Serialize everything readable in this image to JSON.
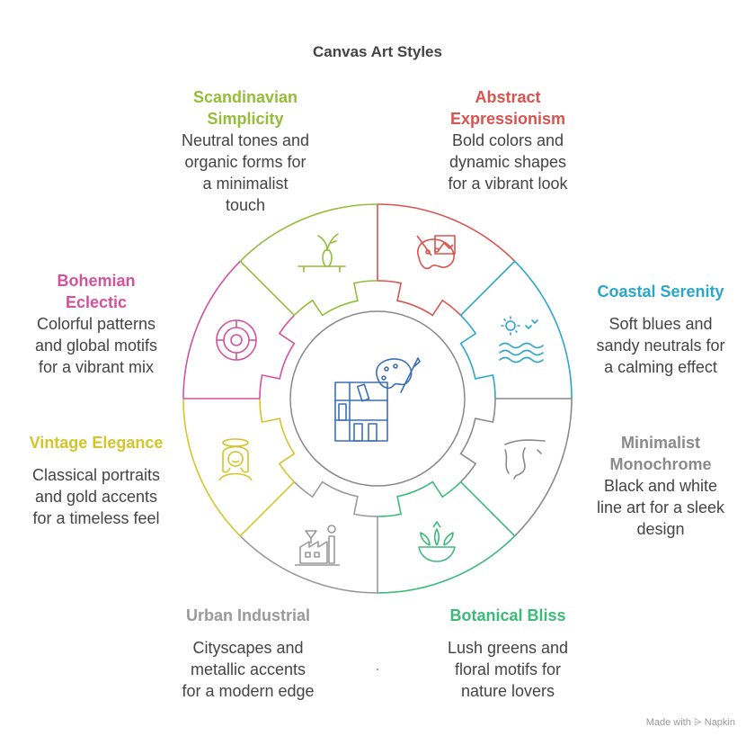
{
  "title": "Canvas Art Styles",
  "watermark": "Made with ⩥ Napkin",
  "colors": {
    "abstract": "#d9534f",
    "coastal": "#2ba6cb",
    "minimalist": "#8a8a8a",
    "botanical": "#3dba7a",
    "urban": "#9a9a9a",
    "vintage": "#d4c52a",
    "bohemian": "#d2529e",
    "scandinavian": "#94bd3a",
    "center": "#3b6fb5"
  },
  "segments": [
    {
      "key": "abstract",
      "title": "Abstract\nExpressionism",
      "desc": "Bold colors and\ndynamic shapes\nfor a vibrant look",
      "icon": "palette-face-icon"
    },
    {
      "key": "coastal",
      "title": "Coastal Serenity",
      "desc": "Soft blues and\nsandy neutrals for\na calming effect",
      "icon": "sun-waves-icon"
    },
    {
      "key": "minimalist",
      "title": "Minimalist\nMonochrome",
      "desc": "Black and white\nline art for a sleek\ndesign",
      "icon": "line-face-icon"
    },
    {
      "key": "botanical",
      "title": "Botanical Bliss",
      "desc": "Lush greens and\nfloral motifs for\nnature lovers",
      "icon": "plant-bowl-icon"
    },
    {
      "key": "urban",
      "title": "Urban Industrial",
      "desc": "Cityscapes and\nmetallic accents\nfor a modern edge",
      "icon": "factory-icon"
    },
    {
      "key": "vintage",
      "title": "Vintage Elegance",
      "desc": "Classical portraits\nand gold accents\nfor a timeless feel",
      "icon": "portrait-icon"
    },
    {
      "key": "bohemian",
      "title": "Bohemian\nEclectic",
      "desc": "Colorful patterns\nand global motifs\nfor a vibrant mix",
      "icon": "mandala-icon"
    },
    {
      "key": "scandinavian",
      "title": "Scandinavian\nSimplicity",
      "desc": "Neutral tones and\norganic forms for\na minimalist\ntouch",
      "icon": "vase-branch-icon"
    }
  ]
}
